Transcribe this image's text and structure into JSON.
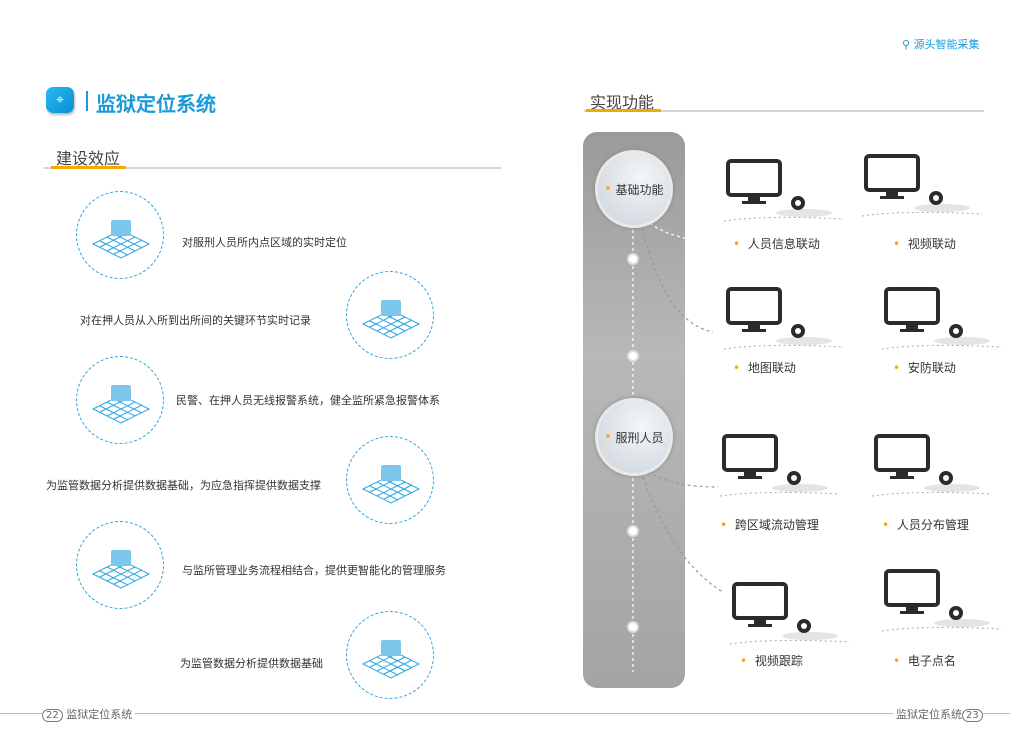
{
  "header": {
    "tag": "源头智能采集",
    "title": "监狱定位系统"
  },
  "left": {
    "section": "建设效应",
    "items": [
      "对服刑人员所内点区域的实时定位",
      "对在押人员从入所到出所间的关键环节实时记录",
      "民警、在押人员无线报警系统，健全监所紧急报警体系",
      "为监管数据分析提供数据基础，为应急指挥提供数据支撑",
      "与监所管理业务流程相结合，提供更智能化的管理服务",
      "为监管数据分析提供数据基础"
    ]
  },
  "right": {
    "section": "实现功能",
    "groups": [
      "基础功能",
      "服刑人员"
    ],
    "features": [
      "人员信息联动",
      "视频联动",
      "地图联动",
      "安防联动",
      "跨区域流动管理",
      "人员分布管理",
      "视频跟踪",
      "电子点名"
    ]
  },
  "footer": {
    "left_page": "22",
    "left_label": "监狱定位系统",
    "right_label": "监狱定位系统",
    "right_page": "23"
  }
}
